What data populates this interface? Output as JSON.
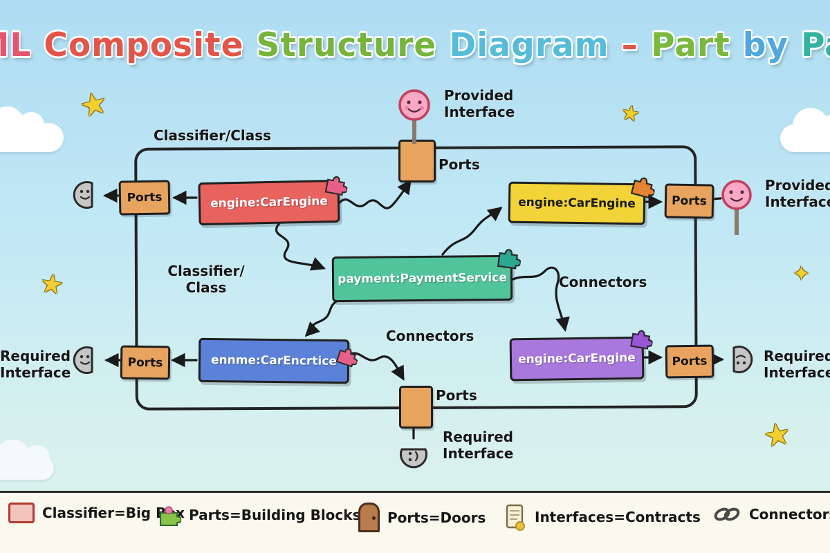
{
  "title": {
    "words": [
      {
        "text": "UML",
        "color": "#e4556e"
      },
      {
        "text": "Composite",
        "color": "#e45549"
      },
      {
        "text": "Structure",
        "color": "#77b43c"
      },
      {
        "text": "Diagram",
        "color": "#56bcd9"
      },
      {
        "text": "–",
        "color": "#e2574d"
      },
      {
        "text": "Part",
        "color": "#79b93e"
      },
      {
        "text": "by",
        "color": "#4fa7de"
      },
      {
        "text": "Part",
        "color": "#33b3a1"
      }
    ]
  },
  "labels": {
    "classifier_top": "Classifier/Class",
    "classifier_inner_1": "Classifier/",
    "classifier_inner_2": "Class",
    "connectors_right": "Connectors",
    "connectors_bottom": "Connectors",
    "ports": "Ports",
    "provided_1": "Provided",
    "provided_2": "Interface",
    "required_1": "Required",
    "required_2": "Interface"
  },
  "parts": {
    "top_left": {
      "label": "engine:CarEngine",
      "fill": "#e8625e",
      "text_color": "#ffffff",
      "puzzle": "#e8608a"
    },
    "top_right": {
      "label": "engine:CarEngine",
      "fill": "#f2d438",
      "text_color": "#1a1a1a",
      "puzzle": "#e8832f"
    },
    "center": {
      "label": "payment:PaymentService",
      "fill": "#52c49b",
      "text_color": "#ffffff",
      "puzzle": "#2ba890"
    },
    "bottom_left": {
      "label": "ennme:CarEncrtice",
      "fill": "#5b82d8",
      "text_color": "#ffffff",
      "puzzle": "#e8608a"
    },
    "bottom_right": {
      "label": "engine:CarEngine",
      "fill": "#a878dc",
      "text_color": "#ffffff",
      "puzzle": "#9a55d4"
    }
  },
  "legend": {
    "items": [
      {
        "icon": "classifier-box-icon",
        "label": "Classifier=Big Box"
      },
      {
        "icon": "puzzle-icon",
        "label": "Parts=Building Blocks"
      },
      {
        "icon": "door-icon",
        "label": "Ports=Doors"
      },
      {
        "icon": "scroll-icon",
        "label": "Interfaces=Contracts"
      },
      {
        "icon": "chain-icon",
        "label": "Connectors"
      }
    ]
  },
  "colors": {
    "port_fill": "#e8a45f",
    "outline": "#1f1f1f",
    "provided_face": "#f9a8c5",
    "required_socket": "#c6c6c6"
  }
}
